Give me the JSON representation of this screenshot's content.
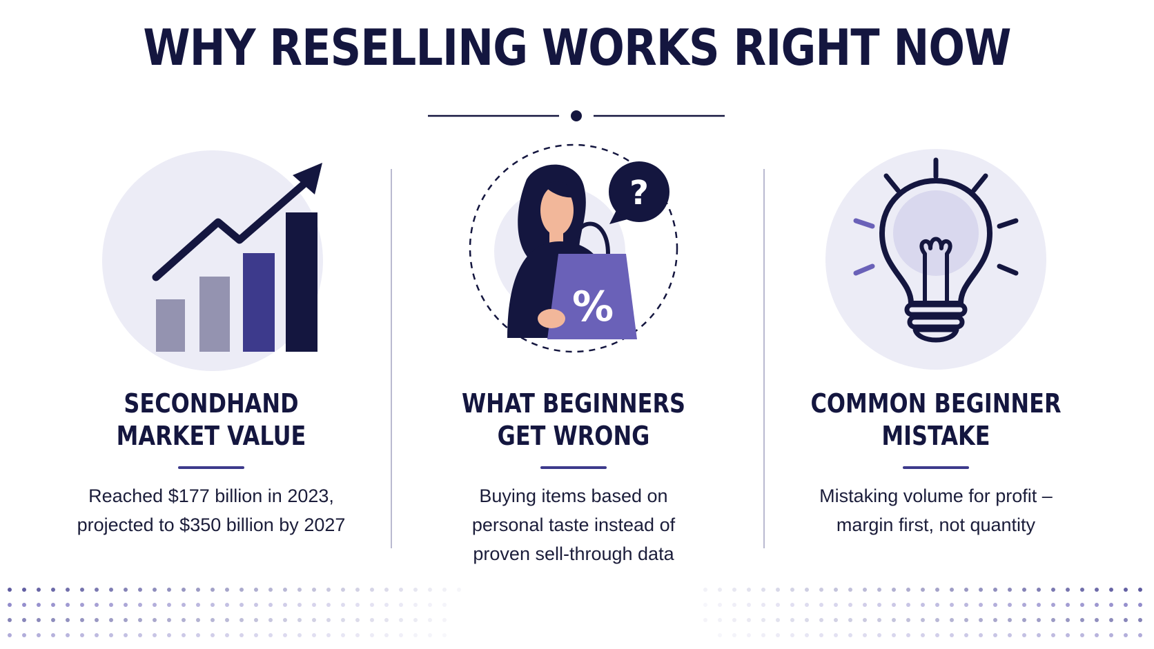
{
  "title": "WHY RESELLING WORKS RIGHT NOW",
  "colors": {
    "navy": "#14163f",
    "indigo": "#3d3a8c",
    "violet": "#6a61b8",
    "lavender": "#ececf6",
    "grey_bar": "#9493b0"
  },
  "columns": [
    {
      "icon": "growth-chart-icon",
      "heading_lines": [
        "SECONDHAND",
        "MARKET VALUE"
      ],
      "desc_lines": [
        "Reached $177 billion in 2023,",
        "projected to $350 billion by 2027"
      ]
    },
    {
      "icon": "shopper-question-icon",
      "heading_lines": [
        "WHAT BEGINNERS",
        "GET WRONG"
      ],
      "desc_lines": [
        "Buying items based on",
        "personal taste instead of",
        "proven sell-through data"
      ],
      "icon_texts": {
        "question": "?",
        "percent": "%"
      }
    },
    {
      "icon": "lightbulb-icon",
      "heading_lines": [
        "COMMON BEGINNER",
        "MISTAKE"
      ],
      "desc_lines": [
        "Mistaking volume for profit –",
        "margin first, not quantity"
      ]
    }
  ]
}
